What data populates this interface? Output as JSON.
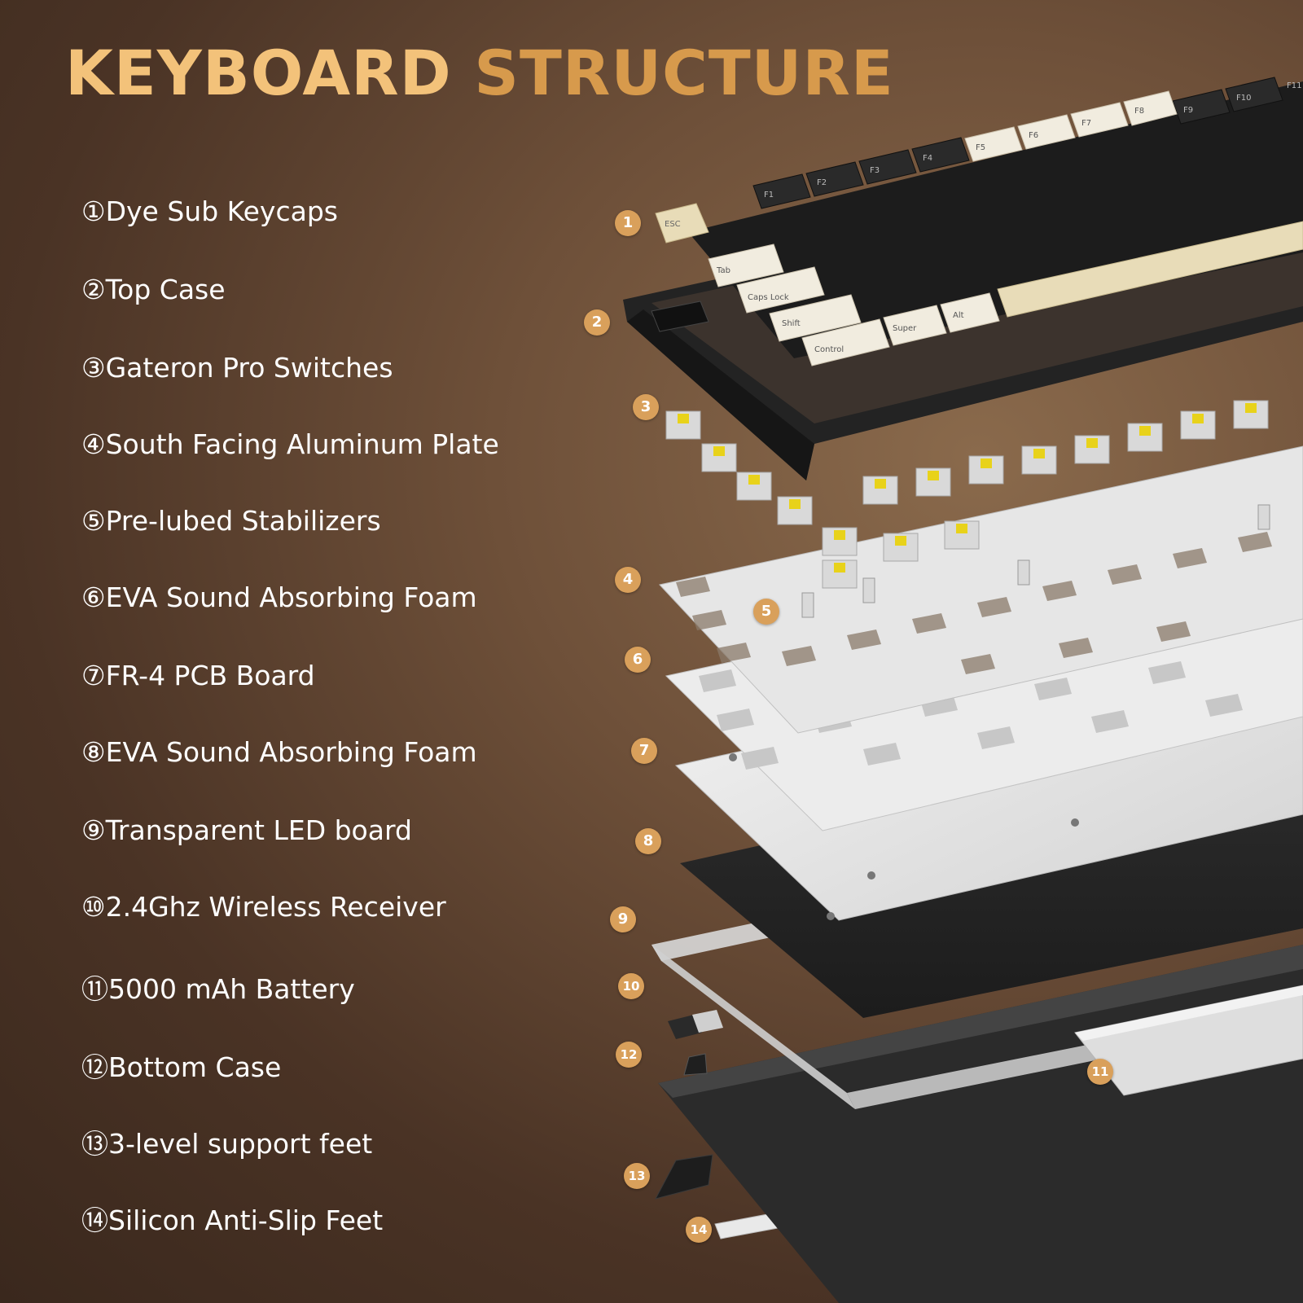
{
  "title": {
    "part1": "KEYBOARD",
    "part2": "STRUCTURE"
  },
  "features": [
    {
      "num": "①",
      "label": "Dye Sub Keycaps"
    },
    {
      "num": "②",
      "label": "Top Case"
    },
    {
      "num": "③",
      "label": "Gateron Pro Switches"
    },
    {
      "num": "④",
      "label": "South Facing Aluminum Plate"
    },
    {
      "num": "⑤",
      "label": "Pre-lubed Stabilizers"
    },
    {
      "num": "⑥",
      "label": "EVA Sound Absorbing Foam"
    },
    {
      "num": "⑦",
      "label": "FR-4 PCB Board"
    },
    {
      "num": "⑧",
      "label": "EVA  Sound Absorbing Foam"
    },
    {
      "num": "⑨",
      "label": "Transparent LED board"
    },
    {
      "num": "⑩",
      "label": "2.4Ghz Wireless Receiver"
    },
    {
      "num": "⑪",
      "label": "5000 mAh Battery"
    },
    {
      "num": "⑫",
      "label": "Bottom Case"
    },
    {
      "num": "⑬",
      "label": "3-level support feet"
    },
    {
      "num": "⑭",
      "label": "Silicon Anti-Slip Feet"
    }
  ],
  "badges": [
    "1",
    "2",
    "3",
    "4",
    "5",
    "6",
    "7",
    "8",
    "9",
    "10",
    "11",
    "12",
    "13",
    "14"
  ],
  "keycaps": {
    "function_row": [
      "F1",
      "F2",
      "F3",
      "F4",
      "F5",
      "F6",
      "F7",
      "F8",
      "F9",
      "F10",
      "F11"
    ],
    "esc": "ESC",
    "modifiers": [
      "Tab",
      "Caps Lock",
      "Shift",
      "Control",
      "Super",
      "Alt"
    ]
  },
  "colors": {
    "title_light": "#f3c27a",
    "title_dark": "#d79a4c",
    "badge": "#d9a05b",
    "switch_stem": "#e8d21a",
    "keycap_black": "#1c1c1c",
    "keycap_cream": "#f1ecdf",
    "keycap_beige": "#e8dcb8"
  }
}
